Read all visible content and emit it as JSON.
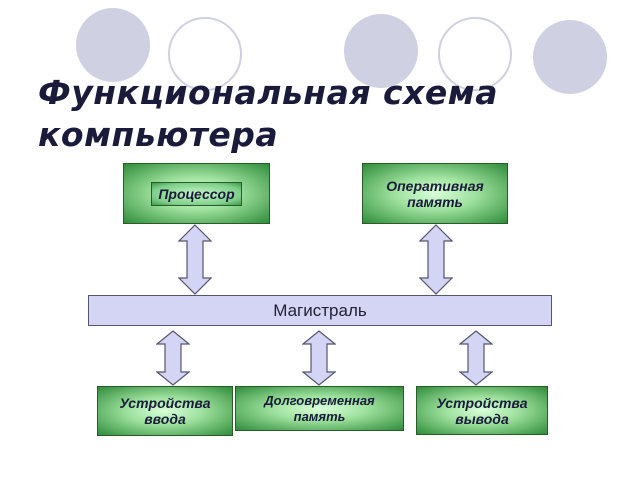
{
  "slide": {
    "title_line1": "Функциональная схема",
    "title_line2": "компьютера"
  },
  "blocks": {
    "processor": "Процессор",
    "ram_line1": "Оперативная",
    "ram_line2": "память",
    "bus": "Магистраль",
    "input_line1": "Устройства",
    "input_line2": "ввода",
    "storage_line1": "Долговременная",
    "storage_line2": "память",
    "output_line1": "Устройства",
    "output_line2": "вывода"
  },
  "colors": {
    "decor_circle": "#cfd0e2",
    "arrow_fill": "#d4d4f4",
    "bus_fill": "#d4d4f4",
    "block_green": "#2f8c3a",
    "title_text": "#1a1a3a"
  }
}
